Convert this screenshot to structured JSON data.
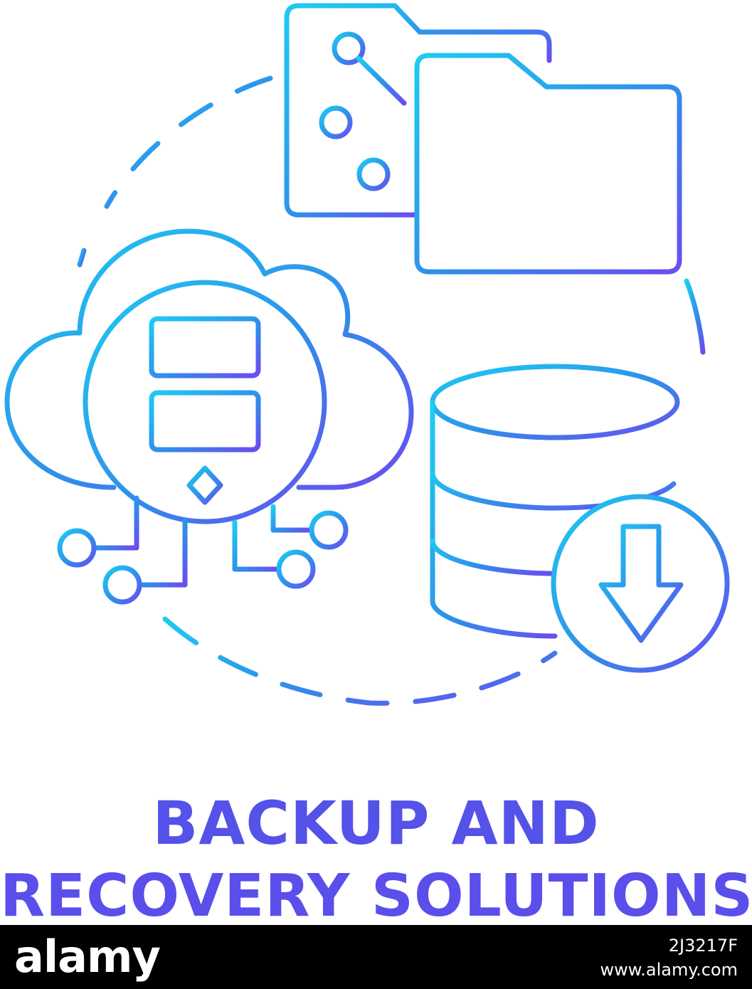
{
  "illustration": {
    "gradient_start": "#1ecbf2",
    "gradient_mid": "#2f8fea",
    "gradient_end": "#6a4cf0",
    "icons": [
      "folders-with-branch-icon",
      "cloud-server-icon",
      "database-icon",
      "download-arrow-icon",
      "dashed-cycle-ring"
    ]
  },
  "caption": {
    "line1": "BACKUP AND",
    "line2": "RECOVERY SOLUTIONS"
  },
  "footer": {
    "logo": "alamy",
    "image_id": "2J3217F",
    "site": "www.alamy.com",
    "background": "#000000"
  }
}
